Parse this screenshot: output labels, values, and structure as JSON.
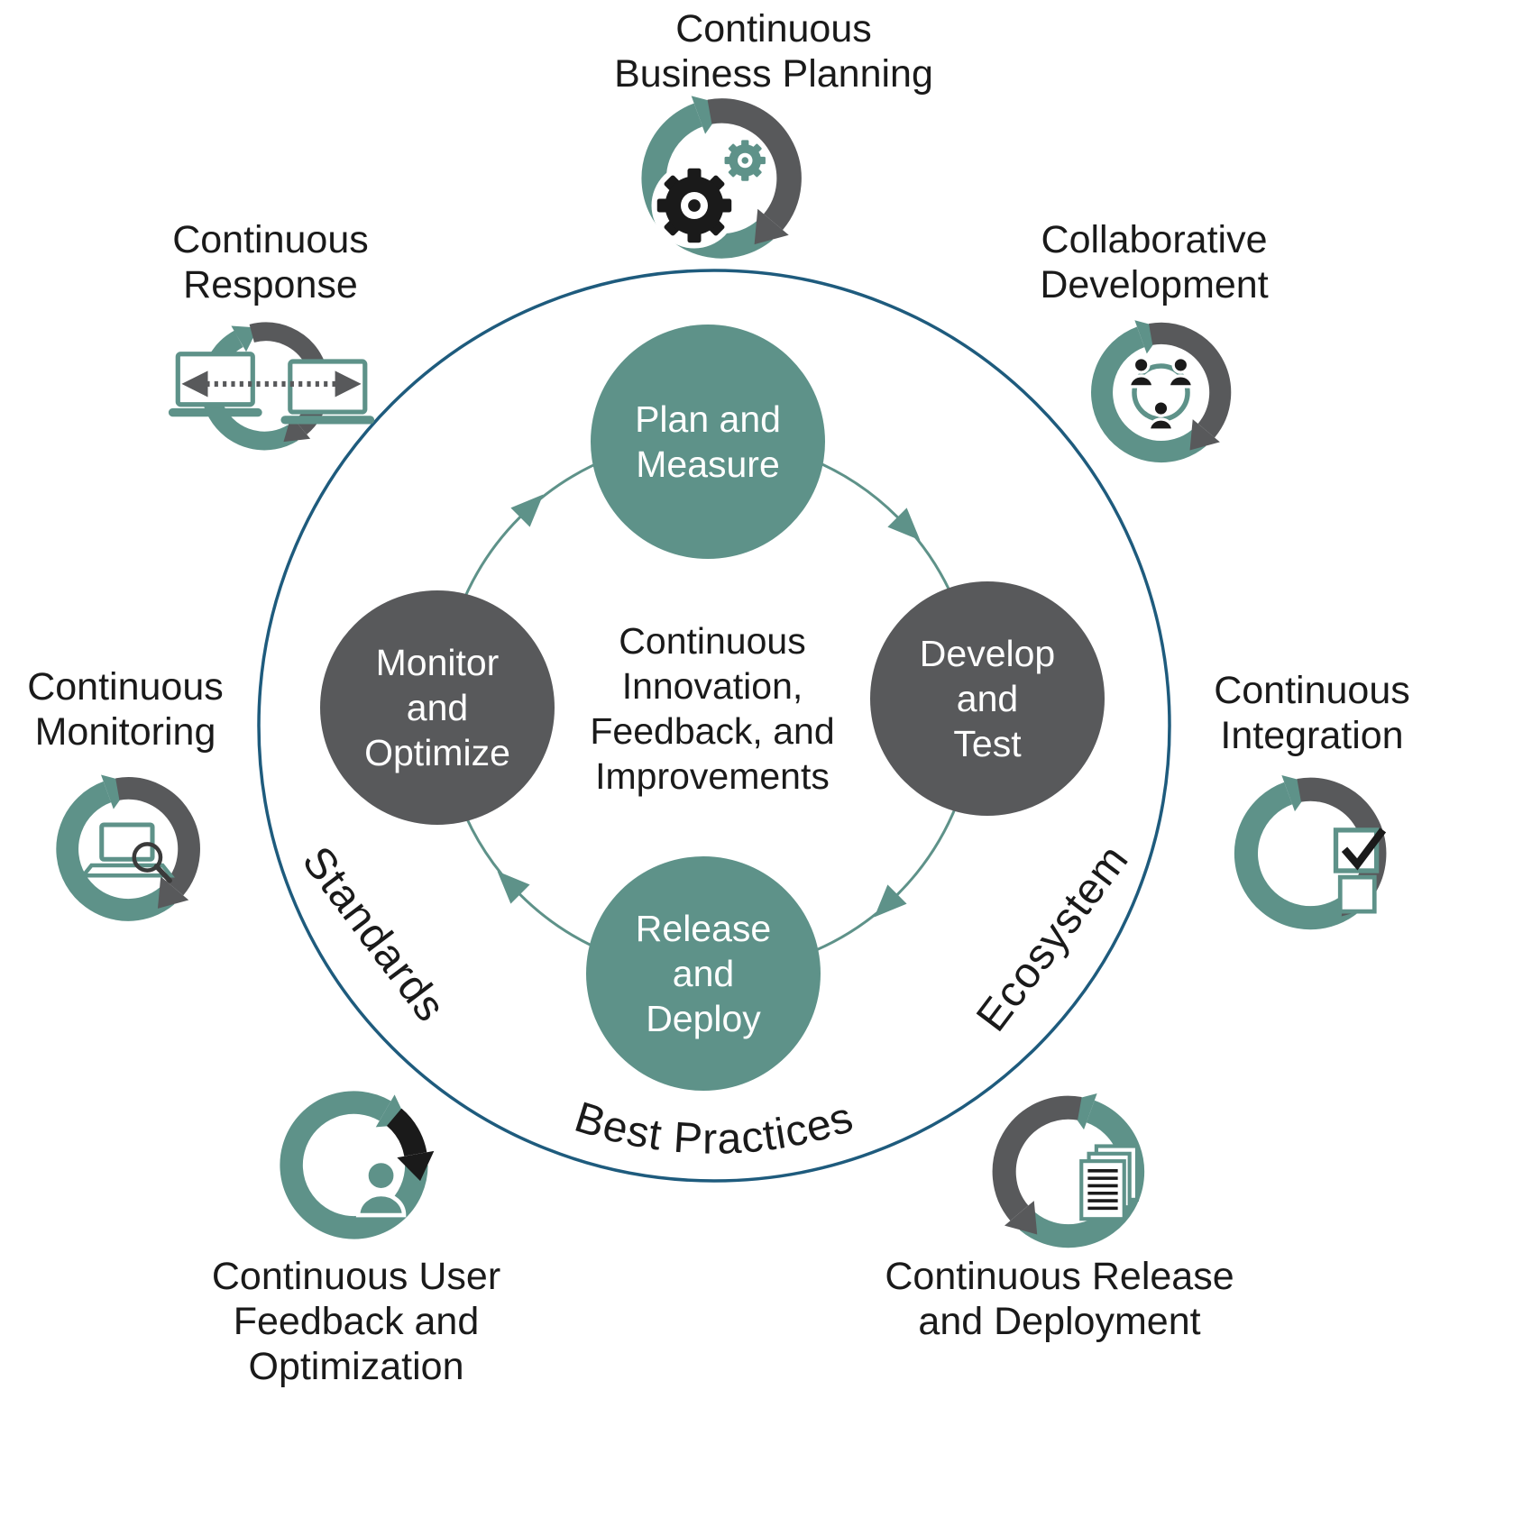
{
  "colors": {
    "teal": "#5E9289",
    "dark_gray": "#58595B",
    "boundary_blue": "#1E5B7D",
    "icon_black": "#1a1a1a",
    "text": "#1a1a1a",
    "background": "#ffffff"
  },
  "cycle": {
    "nodes": [
      {
        "id": "plan-and-measure",
        "label": "Plan and\nMeasure",
        "color": "teal"
      },
      {
        "id": "develop-and-test",
        "label": "Develop\nand\nTest",
        "color": "dark_gray"
      },
      {
        "id": "release-and-deploy",
        "label": "Release\nand\nDeploy",
        "color": "teal"
      },
      {
        "id": "monitor-and-optimize",
        "label": "Monitor\nand\nOptimize",
        "color": "dark_gray"
      }
    ],
    "center_label": "Continuous\nInnovation,\nFeedback, and\nImprovements",
    "flow_direction": "clockwise"
  },
  "ring_labels": {
    "standards": "Standards",
    "ecosystem": "Ecosystem",
    "best_practices": "Best Practices"
  },
  "practices": [
    {
      "id": "business-planning",
      "label": "Continuous\nBusiness Planning",
      "icon": "gears-cycle-icon",
      "position": "top"
    },
    {
      "id": "collaborative-development",
      "label": "Collaborative\nDevelopment",
      "icon": "team-cycle-icon",
      "position": "top-right"
    },
    {
      "id": "continuous-integration",
      "label": "Continuous\nIntegration",
      "icon": "checklist-cycle-icon",
      "position": "right"
    },
    {
      "id": "release-and-deployment",
      "label": "Continuous Release\nand Deployment",
      "icon": "documents-cycle-icon",
      "position": "bottom-right"
    },
    {
      "id": "user-feedback-optimization",
      "label": "Continuous User\nFeedback and\nOptimization",
      "icon": "user-cycle-icon",
      "position": "bottom-left"
    },
    {
      "id": "continuous-monitoring",
      "label": "Continuous\nMonitoring",
      "icon": "laptop-search-cycle-icon",
      "position": "left"
    },
    {
      "id": "continuous-response",
      "label": "Continuous\nResponse",
      "icon": "laptops-sync-cycle-icon",
      "position": "top-left"
    }
  ]
}
